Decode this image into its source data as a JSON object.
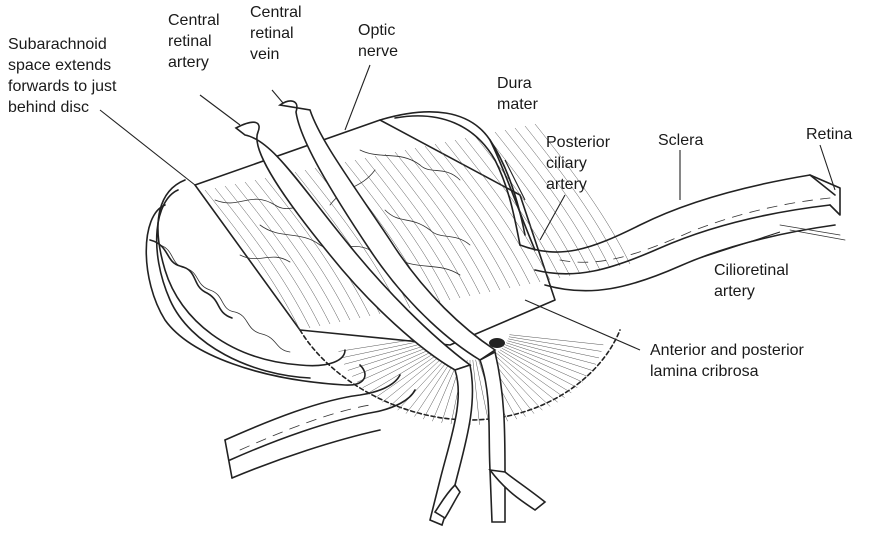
{
  "labels": {
    "subarachnoid": [
      "Subarachnoid",
      "space extends",
      "forwards to just",
      "behind disc"
    ],
    "central_retinal_artery": [
      "Central",
      "retinal",
      "artery"
    ],
    "central_retinal_vein": [
      "Central",
      "retinal",
      "vein"
    ],
    "optic_nerve": [
      "Optic",
      "nerve"
    ],
    "dura_mater": [
      "Dura",
      "mater"
    ],
    "posterior_ciliary_artery": [
      "Posterior",
      "ciliary",
      "artery"
    ],
    "sclera": [
      "Sclera"
    ],
    "retina": [
      "Retina"
    ],
    "cilioretinal_artery": [
      "Cilioretinal",
      "artery"
    ],
    "lamina_cribrosa": [
      "Anterior and posterior",
      "lamina cribrosa"
    ]
  }
}
